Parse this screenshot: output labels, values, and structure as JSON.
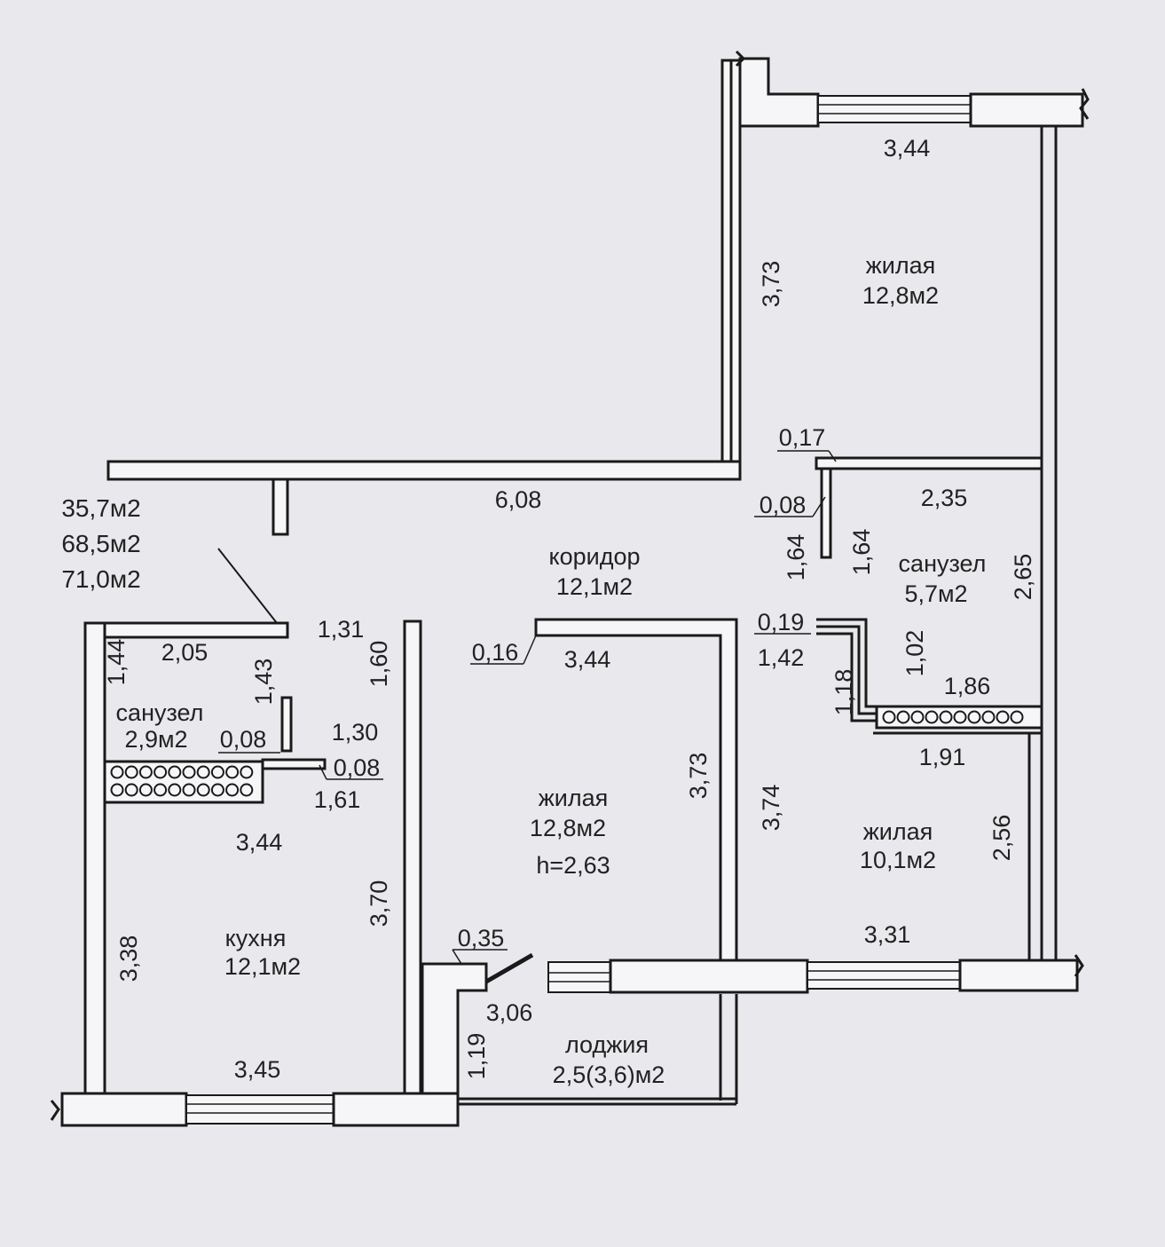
{
  "totals": {
    "living": "35,7м2",
    "total": "68,5м2",
    "with_loggia": "71,0м2"
  },
  "rooms": {
    "bedroom_top": {
      "name": "жилая",
      "area": "12,8м2"
    },
    "corridor": {
      "name": "коридор",
      "area": "12,1м2"
    },
    "bath_right": {
      "name": "санузел",
      "area": "5,7м2"
    },
    "bath_left": {
      "name": "санузел",
      "area": "2,9м2"
    },
    "living_center": {
      "name": "жилая",
      "area": "12,8м2",
      "height": "h=2,63"
    },
    "bedroom_right": {
      "name": "жилая",
      "area": "10,1м2"
    },
    "kitchen": {
      "name": "кухня",
      "area": "12,1м2"
    },
    "loggia": {
      "name": "лоджия",
      "area": "2,5(3,6)м2"
    }
  },
  "dims": {
    "top_room_width": "3,44",
    "top_room_height": "3,73",
    "corridor_length": "6,08",
    "d017": "0,17",
    "d008_right": "0,08",
    "bath_right_width": "2,35",
    "bath_right_len_a": "1,64",
    "bath_right_len_b": "1,64",
    "bath_right_height": "2,65",
    "d019": "0,19",
    "d142": "1,42",
    "d102": "1,02",
    "d118": "1,18",
    "d186": "1,86",
    "d191": "1,91",
    "bedroom_right_height": "2,56",
    "bedroom_right_left": "3,74",
    "bedroom_right_width": "3,31",
    "living_center_width": "3,44",
    "living_center_height": "3,73",
    "d016": "0,16",
    "d131": "1,31",
    "d160": "1,60",
    "d144": "1,44",
    "d205": "2,05",
    "d143": "1,43",
    "d130": "1,30",
    "d008_left_a": "0,08",
    "d008_left_b": "0,08",
    "d161": "1,61",
    "kitchen_top": "3,44",
    "kitchen_height": "3,70",
    "kitchen_left": "3,38",
    "kitchen_bottom": "3,45",
    "d035": "0,35",
    "loggia_width": "3,06",
    "loggia_depth": "1,19"
  }
}
